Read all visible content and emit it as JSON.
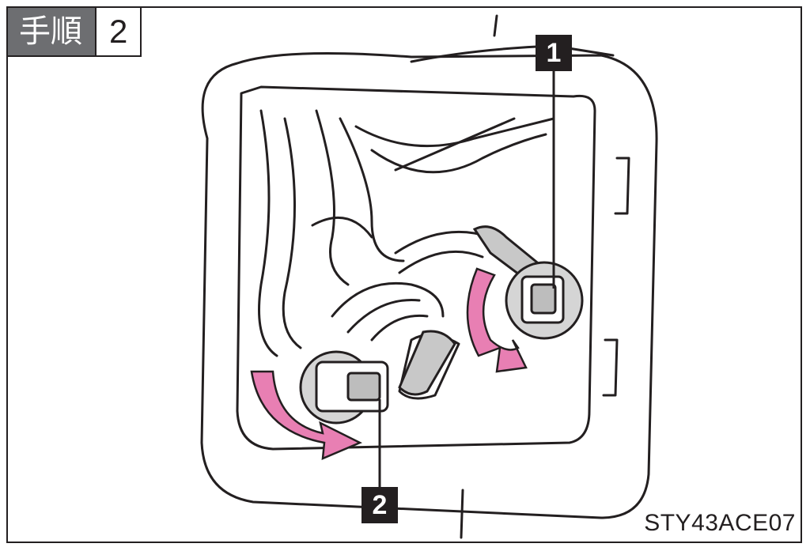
{
  "header": {
    "step_label": "手順",
    "step_number": "2"
  },
  "callouts": {
    "one": "1",
    "two": "2"
  },
  "figure_code": "STY43ACE07",
  "colors": {
    "arrow": "#e87fb3",
    "cap": "#c8c8c8",
    "line": "#231f20",
    "header_bg": "#6d6e71"
  },
  "icons": {
    "rotate_left_arrow": "curved-arrow-icon",
    "rotate_right_arrow": "curved-arrow-icon"
  }
}
